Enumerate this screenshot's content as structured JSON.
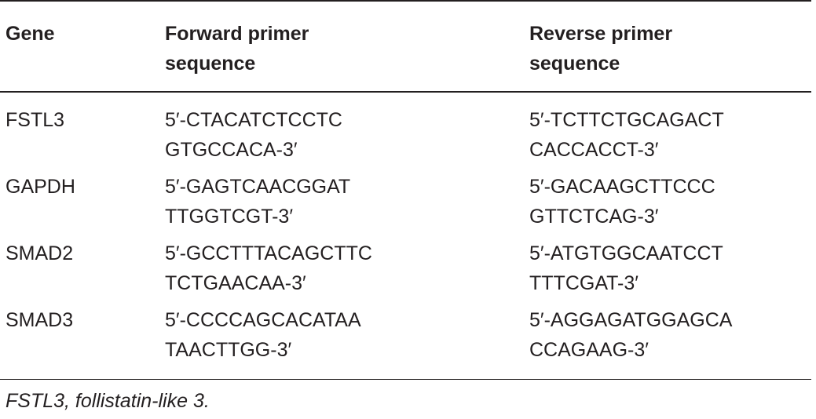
{
  "table": {
    "headers": [
      "Gene",
      "Forward primer\nsequence",
      "Reverse primer\nsequence"
    ],
    "rows": [
      {
        "gene": "FSTL3",
        "forward": [
          "5′-CTACATCTCCTC",
          "GTGCCACA-3′"
        ],
        "reverse": [
          "5′-TCTTCTGCAGACT",
          "CACCACCT-3′"
        ]
      },
      {
        "gene": "GAPDH",
        "forward": [
          "5′-GAGTCAACGGAT",
          "TTGGTCGT-3′"
        ],
        "reverse": [
          "5′-GACAAGCTTCCC",
          "GTTCTCAG-3′"
        ]
      },
      {
        "gene": "SMAD2",
        "forward": [
          "5′-GCCTTTACAGCTTC",
          "TCTGAACAA-3′"
        ],
        "reverse": [
          "5′-ATGTGGCAATCCT",
          "TTTCGAT-3′"
        ]
      },
      {
        "gene": "SMAD3",
        "forward": [
          "5′-CCCCAGCACATAA",
          "TAACTTGG-3′"
        ],
        "reverse": [
          "5′-AGGAGATGGAGCA",
          "CCAGAAG-3′"
        ]
      }
    ]
  },
  "footnote": "FSTL3, follistatin-like 3."
}
